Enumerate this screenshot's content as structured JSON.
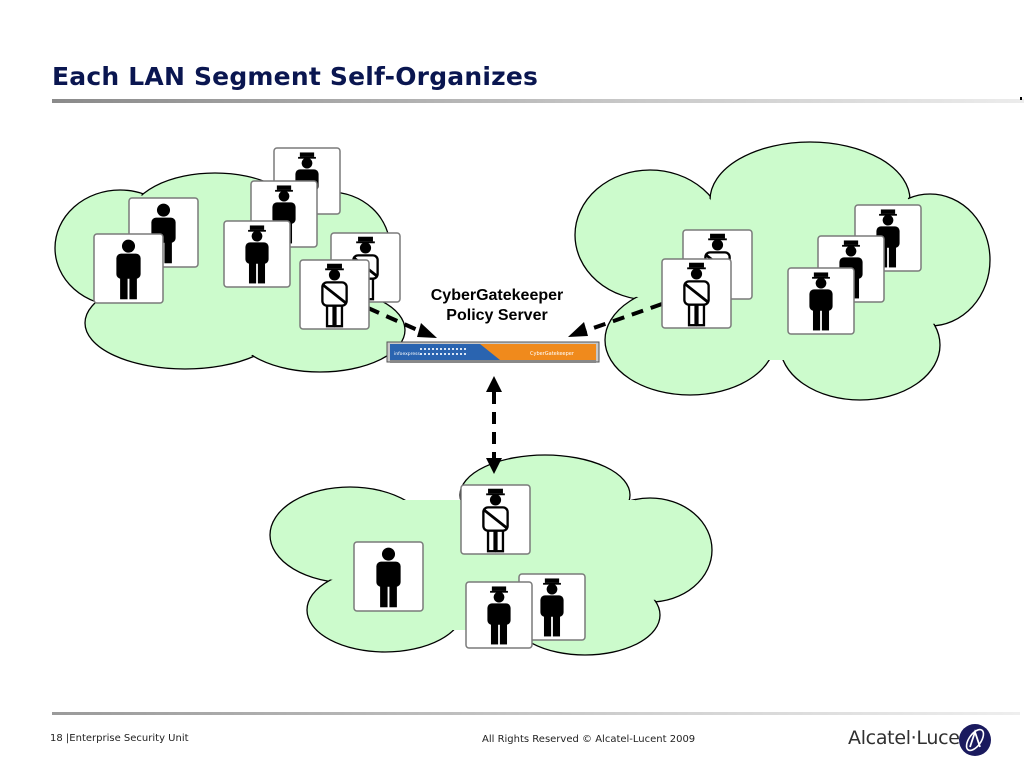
{
  "slide": {
    "title": "Each LAN Segment Self-Organizes"
  },
  "server": {
    "label_line1": "CyberGatekeeper",
    "label_line2": "Policy Server",
    "device_brand": "infoexpress",
    "device_name": "CyberGatekeeper"
  },
  "footer": {
    "page_number": "18",
    "unit": "Enterprise Security Unit",
    "copyright": "All Rights Reserved © Alcatel-Lucent 2009",
    "logo_text": "Alcatel·Lucent"
  },
  "colors": {
    "title": "#0a1650",
    "cloud_fill": "#ccfbcc",
    "cloud_stroke": "#000000",
    "device_orange": "#f08a1c",
    "device_blue": "#1e5ca8"
  },
  "icons": [
    "person-icon",
    "security-guard-icon",
    "police-officer-icon",
    "server-appliance-icon",
    "alcatel-lucent-logo-icon"
  ]
}
